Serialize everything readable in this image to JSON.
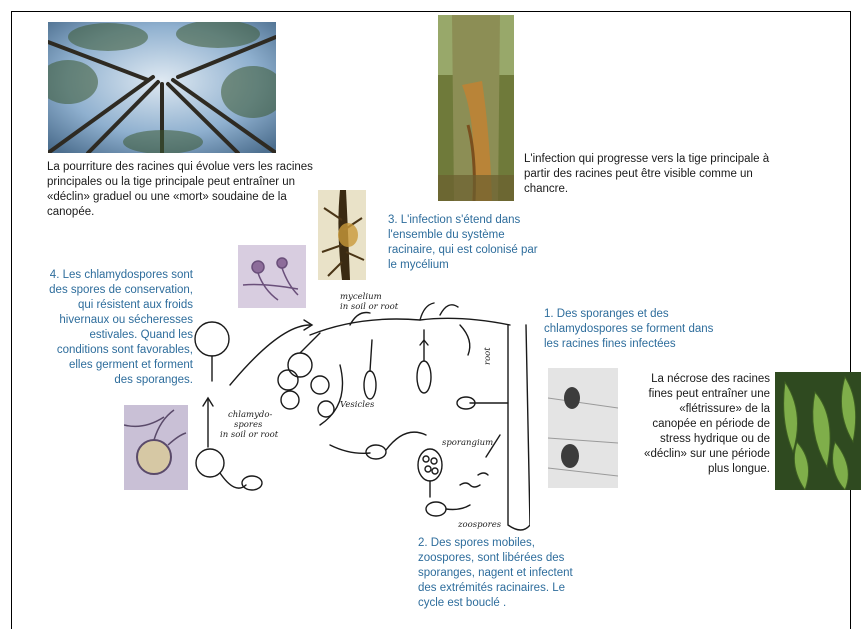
{
  "captions": {
    "canopy": "La pourriture des racines qui évolue vers les racines principales ou la tige principale peut entraîner un «déclin» graduel ou une «mort» soudaine de la canopée.",
    "stem": "L'infection qui progresse vers la tige principale à partir des racines peut être visible comme un chancre.",
    "wilt": "La nécrose des racines fines peut entraîner une «flétrissure» de la canopée en période de stress hydrique ou de «déclin» sur une période plus longue.",
    "step1": "1. Des sporanges et des chlamydospores se forment dans les racines fines infectées",
    "step2": "2. Des spores mobiles, zoospores, sont libérées des sporanges, nagent et infectent des extrémités racinaires. Le cycle est bouclé .",
    "step3": "3. L'infection s'étend dans l'ensemble du système racinaire, qui est colonisé par le mycélium",
    "step4": "4. Les chlamydospores sont des spores de conservation, qui résistent aux froids hivernaux ou sécheresses estivales. Quand les conditions sont favorables, elles germent et forment des sporanges."
  },
  "diagram_labels": {
    "mycelium": "mycelium in soil or root",
    "chlamydospores": "chlamydo- spores in soil or root",
    "vesicles": "Vesicles",
    "sporangium": "sporangium",
    "zoospores": "zoospores",
    "root": "root"
  },
  "colors": {
    "caption_black": "#1a1a1a",
    "caption_blue": "#2e6d9c"
  }
}
